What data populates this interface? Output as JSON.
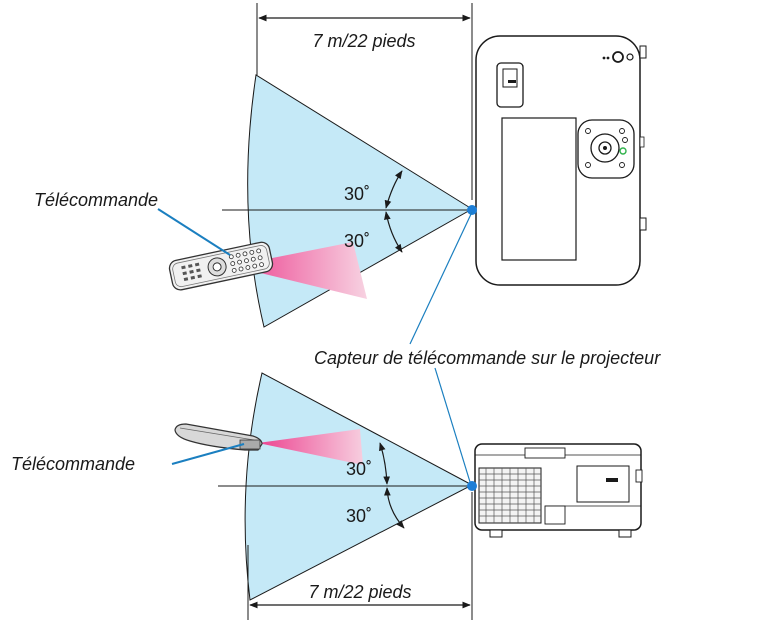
{
  "top": {
    "distance_label": "7 m/22 pieds",
    "angle_upper": "30˚",
    "angle_lower": "30˚",
    "remote_label": "Télécommande"
  },
  "sensor_label": "Capteur de télécommande sur le projecteur",
  "bottom": {
    "distance_label": "7 m/22 pieds",
    "angle_upper": "30˚",
    "angle_lower": "30˚",
    "remote_label": "Télécommande"
  },
  "colors": {
    "cone_fill": "#c5e9f7",
    "beam_pink": "#ec3f8e",
    "leader_blue": "#1b7fc0",
    "sensor_dot": "#1d7ed6"
  }
}
